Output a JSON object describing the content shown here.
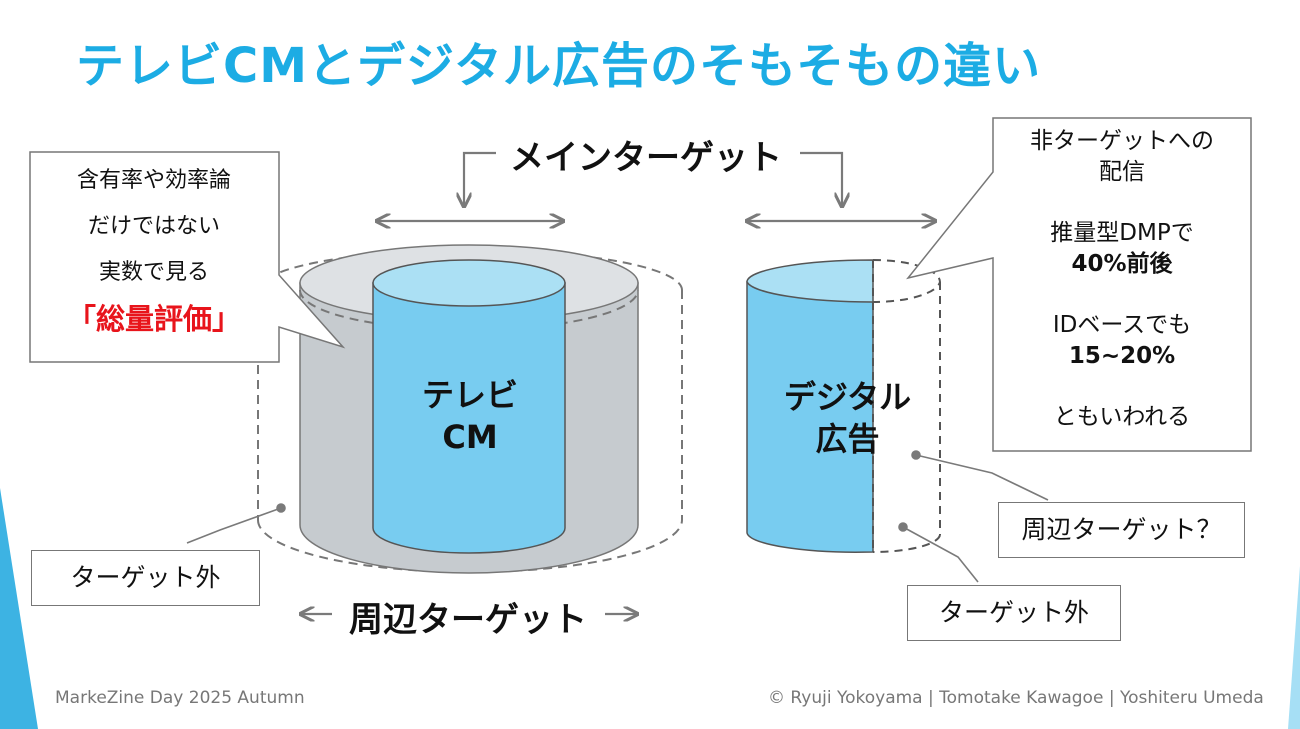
{
  "slide": {
    "title": "テレビCMとデジタル広告のそもそもの違い",
    "accent_color": "#1cace4",
    "highlight_color": "#e8141b"
  },
  "labels": {
    "main_target": "メインターゲット",
    "peripheral_target": "周辺ターゲット",
    "tv_cylinder_line1": "テレビ",
    "tv_cylinder_line2": "CM",
    "digital_cylinder_line1": "デジタル",
    "digital_cylinder_line2": "広告"
  },
  "callout_left": {
    "line1": "含有率や効率論",
    "line2": "だけではない",
    "line3": "実数で見る",
    "emphasis": "「総量評価」"
  },
  "callout_right": {
    "line1": "非ターゲットへの",
    "line2": "配信",
    "line3": "推量型DMPで",
    "line4_bold": "40%前後",
    "line5": "IDベースでも",
    "line6_bold": "15~20%",
    "line7": "ともいわれる"
  },
  "tags": {
    "left_outside": "ターゲット外",
    "right_peripheral": "周辺ターゲット？",
    "right_outside": "ターゲット外"
  },
  "footer": {
    "event": "MarkeZine Day 2025 Autumn",
    "credits": "© Ryuji Yokoyama | Tomotake Kawagoe | Yoshiteru Umeda"
  },
  "icons": {
    "arrow_left": "←",
    "arrow_right": "→"
  }
}
